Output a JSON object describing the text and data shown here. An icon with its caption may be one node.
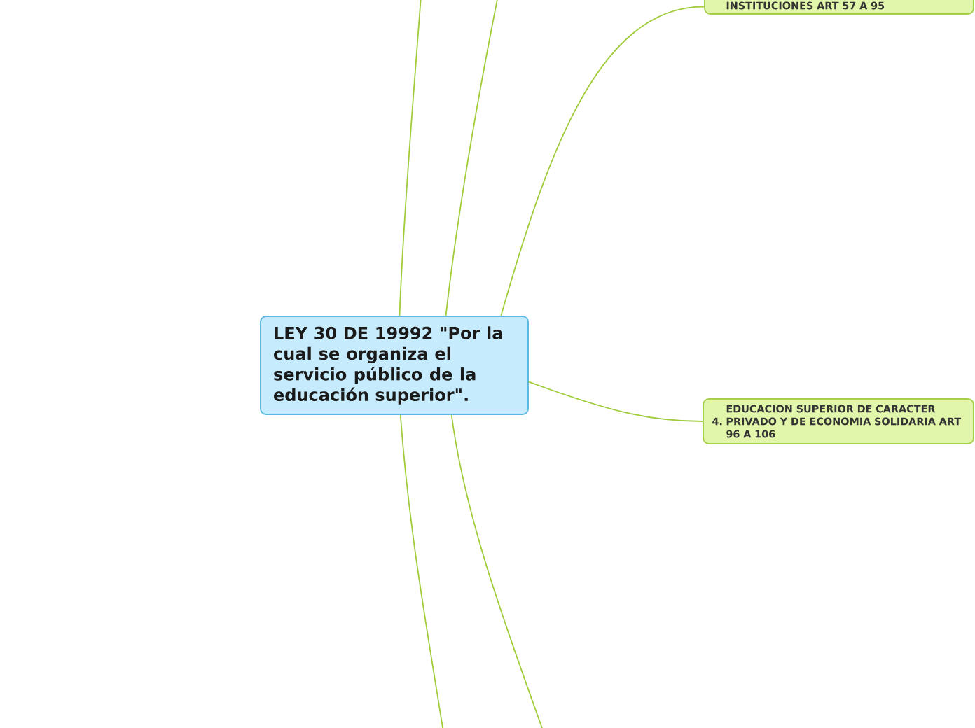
{
  "diagram": {
    "nodes": [
      {
        "text": [
          "LEY 30 DE 19992 \"Por la cual se organiza el servicio público de la educación superior\"."
        ]
      },
      {
        "text": [
          "INSTITUCIONES ART 57 A 95"
        ]
      },
      {
        "text": [
          "4.",
          "EDUCACION SUPERIOR DE CARACTER PRIVADO Y DE ECONOMIA SOLIDARIA ART 96 A 106"
        ]
      }
    ],
    "edges": [
      {
        "from": 0,
        "to": null,
        "arrow": "none"
      },
      {
        "from": 0,
        "to": null,
        "arrow": "none"
      },
      {
        "from": 0,
        "to": 1,
        "arrow": "none"
      },
      {
        "from": 0,
        "to": 2,
        "arrow": "none"
      },
      {
        "from": 0,
        "to": null,
        "arrow": "none"
      },
      {
        "from": 0,
        "to": null,
        "arrow": "none"
      }
    ]
  }
}
